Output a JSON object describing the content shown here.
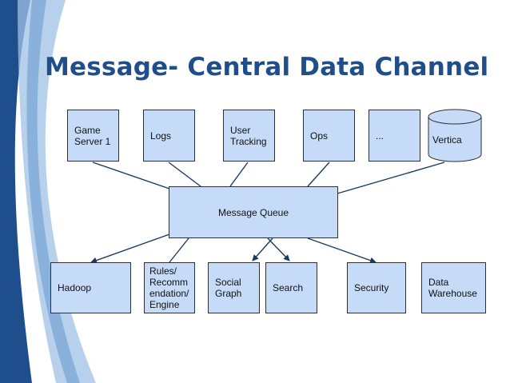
{
  "title": "Message- Central Data Channel",
  "colors": {
    "title": "#1f4e8c",
    "node_fill": "#c6dbf7",
    "node_border": "#2f2f2f",
    "line": "#1a3a63",
    "deco_dark": "#1f4e8c",
    "deco_light": "#9fc1e6"
  },
  "sources": [
    {
      "id": "game-server",
      "label": "Game\nServer 1"
    },
    {
      "id": "logs",
      "label": "Logs"
    },
    {
      "id": "user-tracking",
      "label": "User\nTracking"
    },
    {
      "id": "ops",
      "label": "Ops"
    },
    {
      "id": "more",
      "label": "..."
    },
    {
      "id": "vertica",
      "label": "Vertica"
    }
  ],
  "hub": {
    "id": "message-queue",
    "label": "Message Queue"
  },
  "consumers": [
    {
      "id": "hadoop",
      "label": "Hadoop"
    },
    {
      "id": "rules-engine",
      "label": "Rules/\nRecomm\nendation/\nEngine"
    },
    {
      "id": "social-graph",
      "label": "Social\nGraph"
    },
    {
      "id": "search",
      "label": "Search"
    },
    {
      "id": "security",
      "label": "Security"
    },
    {
      "id": "data-warehouse",
      "label": "Data\nWarehouse"
    }
  ]
}
